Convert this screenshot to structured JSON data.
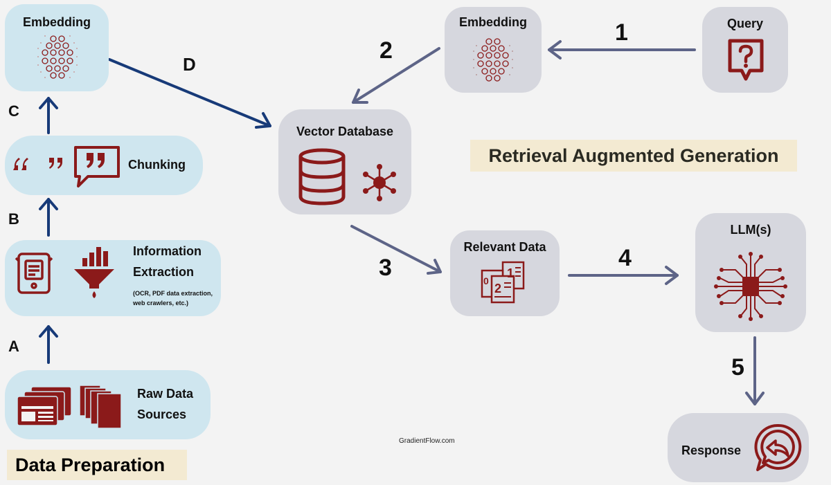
{
  "data_preparation": {
    "title": "Data Preparation",
    "raw_data": {
      "line1": "Raw Data",
      "line2": "Sources"
    },
    "information_extraction": {
      "line1": "Information",
      "line2": "Extraction",
      "note_line1": "(OCR, PDF data extraction,",
      "note_line2": "web crawlers, etc.)"
    },
    "chunking": {
      "label": "Chunking"
    },
    "embedding": {
      "label": "Embedding"
    },
    "steps": [
      "A",
      "B",
      "C",
      "D"
    ]
  },
  "rag": {
    "title": "Retrieval Augmented Generation",
    "query": {
      "label": "Query"
    },
    "embedding": {
      "label": "Embedding"
    },
    "vector_database": {
      "label": "Vector Database"
    },
    "relevant_data": {
      "label": "Relevant Data"
    },
    "llm": {
      "label": "LLM(s)"
    },
    "response": {
      "label": "Response"
    },
    "steps": [
      "1",
      "2",
      "3",
      "4",
      "5"
    ]
  },
  "credit": "GradientFlow.com",
  "colors": {
    "light_blue": "#cfe6ef",
    "grey": "#d6d7de",
    "dark_red": "#8b1a1a",
    "navy_arrow": "#173a78",
    "slate_arrow": "#5d6487",
    "banner": "#f3ead2"
  }
}
